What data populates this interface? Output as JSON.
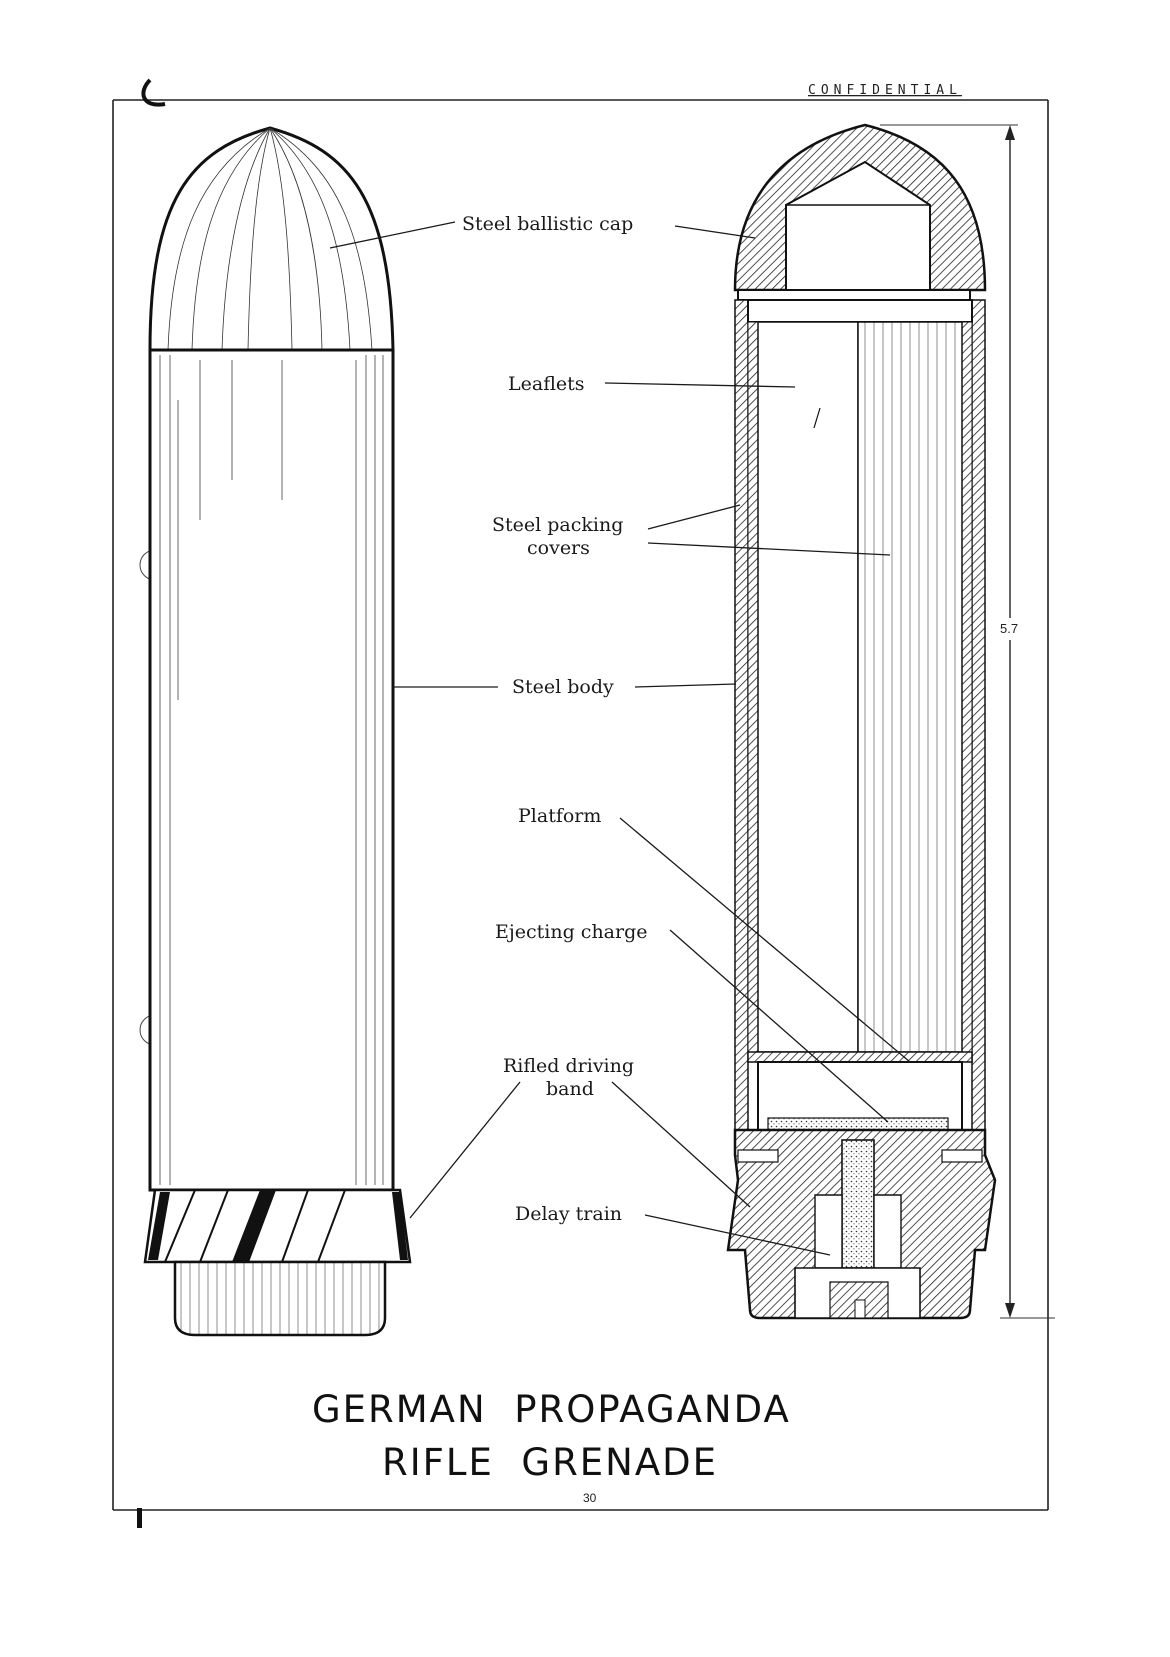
{
  "header": {
    "classification": "CONFIDENTIAL"
  },
  "title": {
    "line1": "GERMAN  PROPAGANDA",
    "line2": "RIFLE  GRENADE"
  },
  "page_number": "30",
  "dimension": {
    "label": "5.7"
  },
  "labels": {
    "ballistic_cap": "Steel ballistic cap",
    "leaflets": "Leaflets",
    "packing_covers_1": "Steel packing",
    "packing_covers_2": "covers",
    "steel_body": "Steel body",
    "platform": "Platform",
    "ejecting_charge": "Ejecting charge",
    "driving_band_1": "Rifled driving",
    "driving_band_2": "band",
    "delay_train": "Delay train"
  },
  "colors": {
    "ink": "#1a1a1a",
    "paper": "#ffffff"
  }
}
